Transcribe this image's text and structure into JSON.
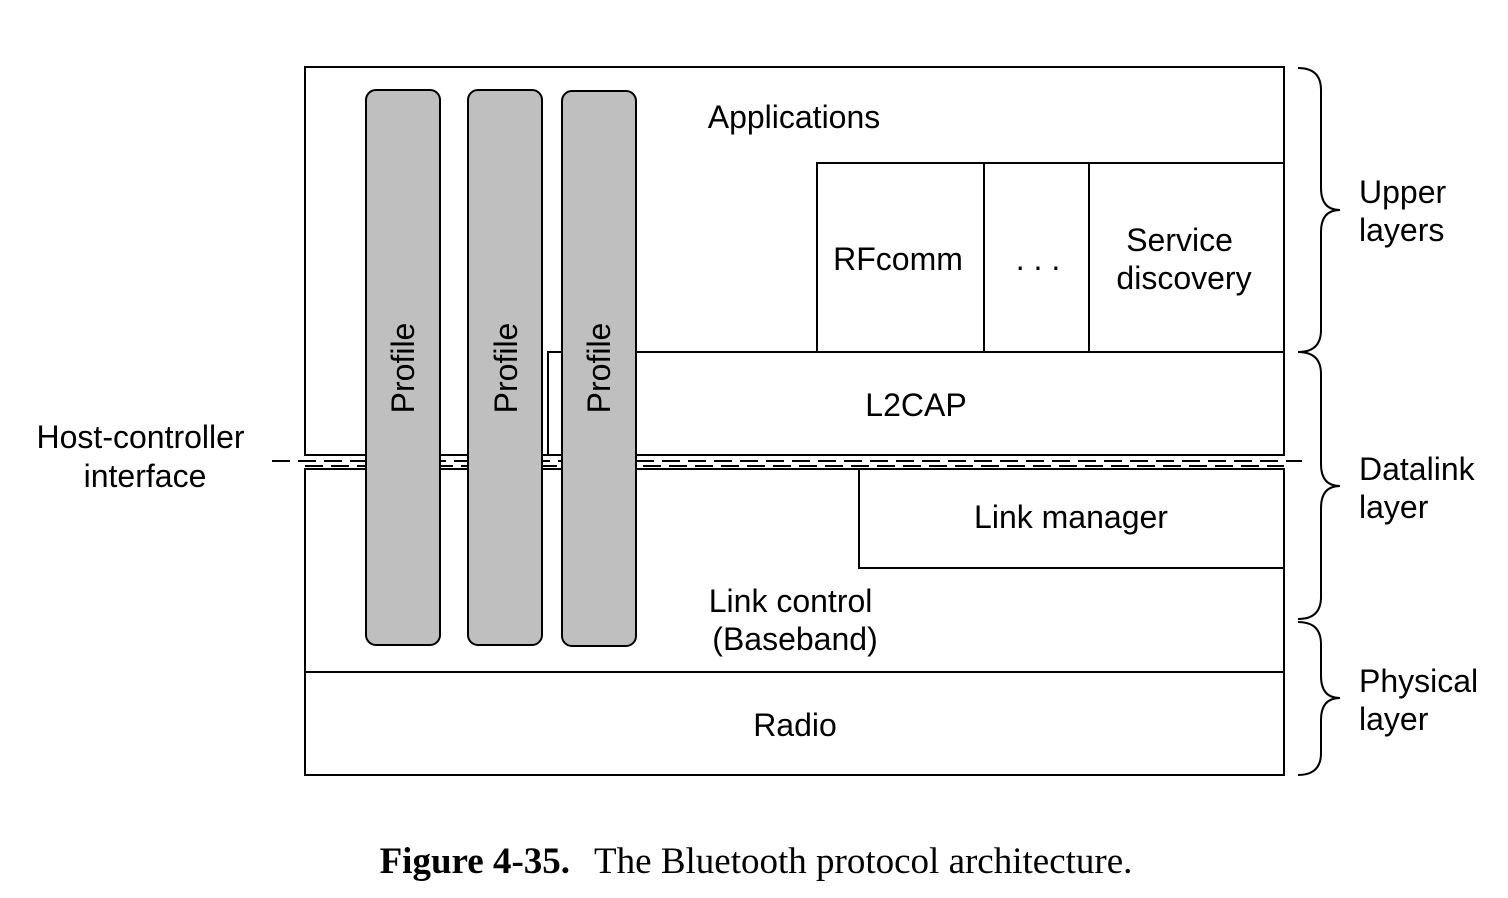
{
  "diagram": {
    "applications": "Applications",
    "rfcomm": "RFcomm",
    "ellipsis": ". . .",
    "service_discovery": [
      "Service",
      "discovery"
    ],
    "l2cap": "L2CAP",
    "profiles": [
      "Profile",
      "Profile",
      "Profile"
    ],
    "link_manager": "Link manager",
    "link_control": [
      "Link control",
      "(Baseband)"
    ],
    "radio": "Radio",
    "hci": [
      "Host-controller",
      "interface"
    ],
    "layers": {
      "upper": [
        "Upper",
        "layers"
      ],
      "datalink": [
        "Datalink",
        "layer"
      ],
      "physical": [
        "Physical",
        "layer"
      ]
    },
    "profile_fill": "#bfbfbf"
  },
  "caption": {
    "number": "Figure 4-35.",
    "text": "The Bluetooth protocol architecture."
  }
}
